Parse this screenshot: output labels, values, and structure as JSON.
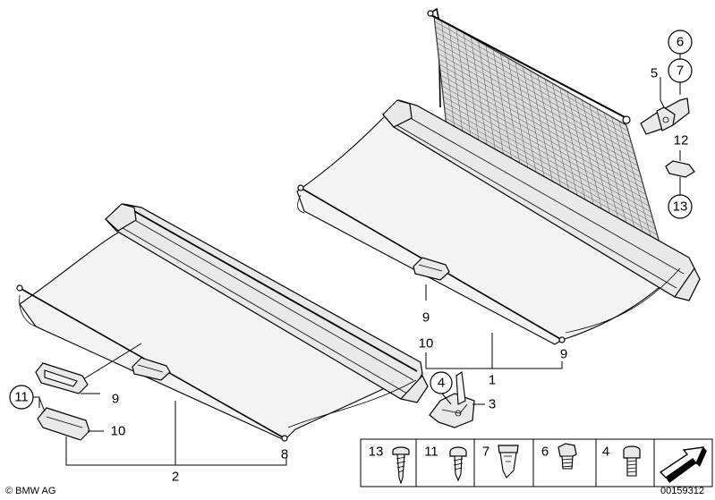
{
  "callouts": {
    "c1": "1",
    "c2": "2",
    "c3": "3",
    "c4": "4",
    "c5": "5",
    "c6": "6",
    "c7": "7",
    "c8": "8",
    "c9a": "9",
    "c9b": "9",
    "c9c": "9",
    "c10a": "10",
    "c10b": "10",
    "c11": "11",
    "c12": "12",
    "c13": "13"
  },
  "legend": [
    {
      "label": "13",
      "icon": "tapping-screw-icon"
    },
    {
      "label": "11",
      "icon": "oval-head-screw-icon"
    },
    {
      "label": "7",
      "icon": "clip-nut-icon"
    },
    {
      "label": "6",
      "icon": "hex-bolt-icon"
    },
    {
      "label": "4",
      "icon": "socket-bolt-icon"
    }
  ],
  "footer": {
    "brand": "© BMW AG",
    "diagram_number": "00159312"
  }
}
